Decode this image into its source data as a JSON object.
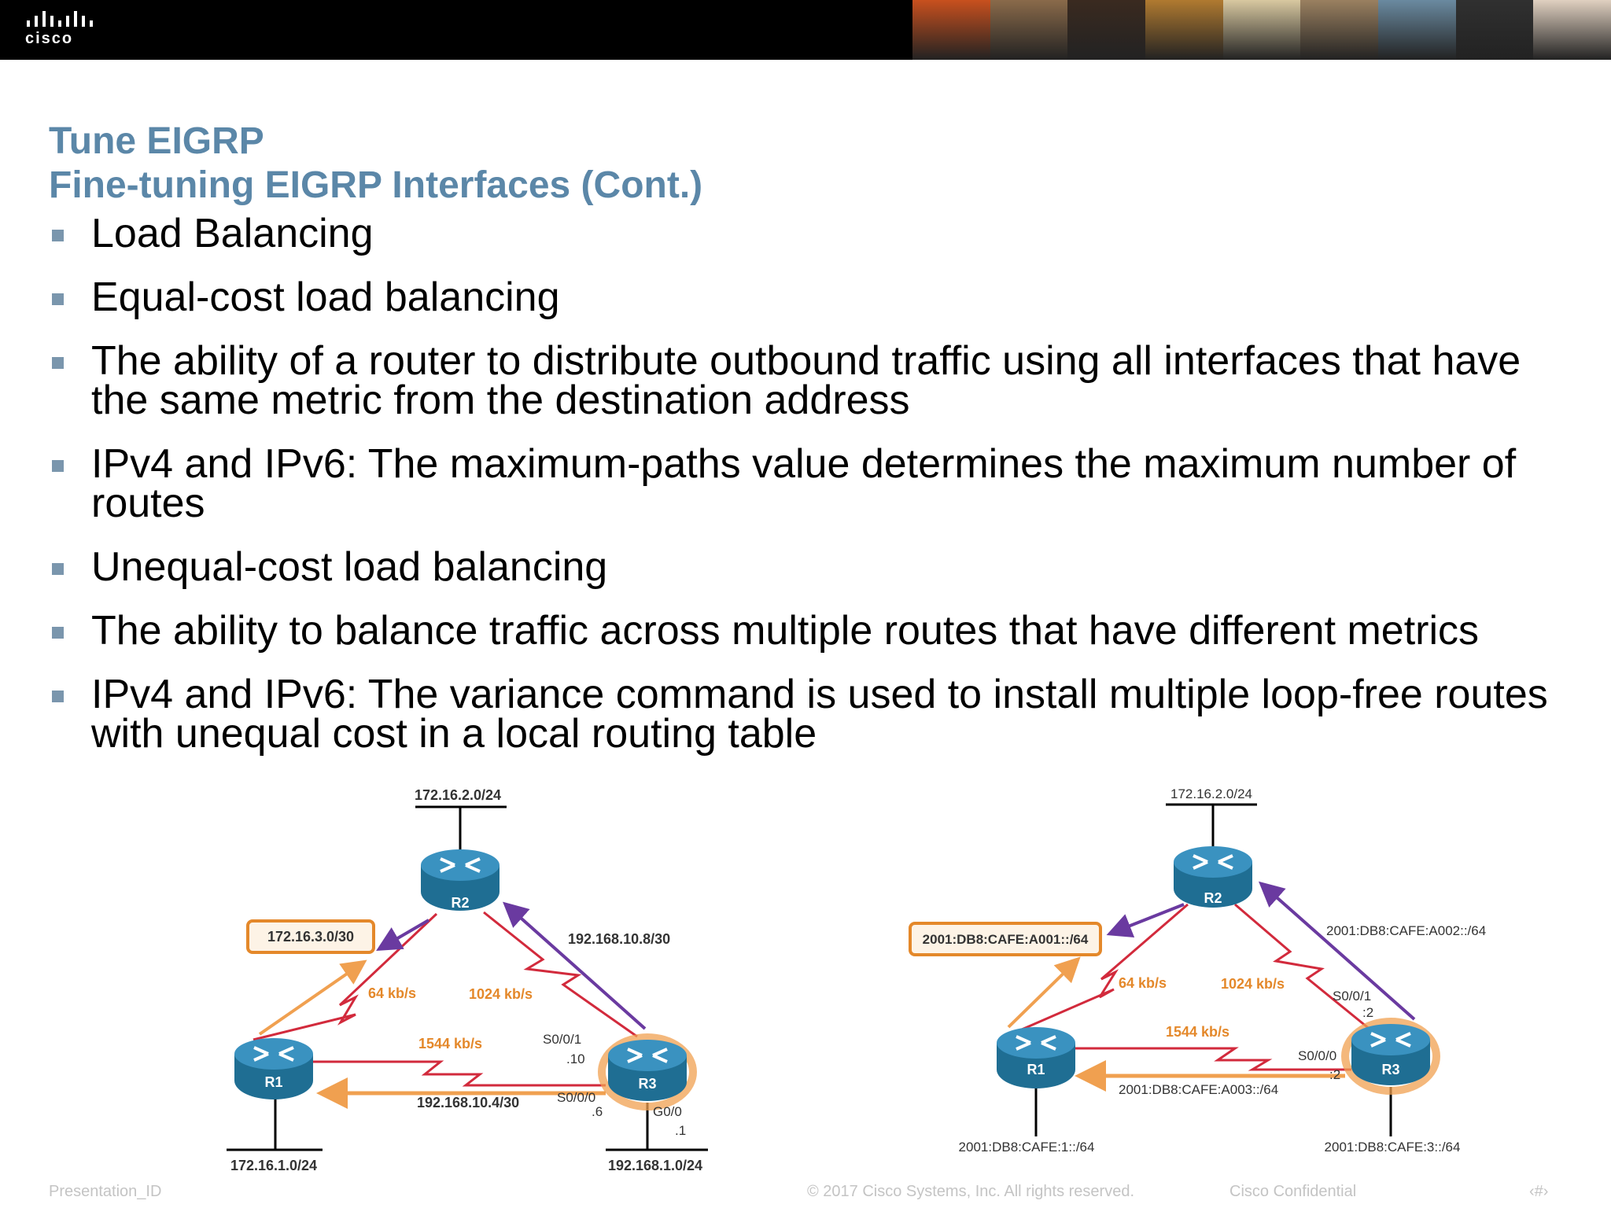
{
  "header": {
    "logo_text": "cisco",
    "photo_strip": [
      "#c8501e",
      "#8a6a4a",
      "#3a2a20",
      "#b07a30",
      "#d8c8a0",
      "#9a8060",
      "#6a8aa0",
      "#303030",
      "#e0d0c0"
    ]
  },
  "title": {
    "line1": "Tune EIGRP",
    "line2": "Fine-tuning EIGRP Interfaces (Cont.)"
  },
  "bullets": [
    "Load Balancing",
    "Equal-cost load balancing",
    "The ability of a router to distribute outbound traffic using all interfaces that have the same metric from the destination address",
    "IPv4 and IPv6: The maximum-paths value determines the maximum number of routes",
    "Unequal-cost load balancing",
    "The ability to balance traffic across multiple routes that have different metrics",
    "IPv4 and IPv6: The variance command is used to install multiple loop-free routes with unequal cost in a local routing table"
  ],
  "diagram_ipv4": {
    "r1": "R1",
    "r2": "R2",
    "r3": "R3",
    "net_top": "172.16.2.0/24",
    "net_highlight": "172.16.3.0/30",
    "link_r2r3": "192.168.10.8/30",
    "link_r1r3": "192.168.10.4/30",
    "bw_r1r2": "64 kb/s",
    "bw_r2r3": "1024 kb/s",
    "bw_r1r3": "1544 kb/s",
    "s001_label": "S0/0/1",
    "s001_addr": ".10",
    "s000_label": "S0/0/0",
    "s000_addr": ".6",
    "g00_label": "G0/0",
    "g00_addr": ".1",
    "lan_r1": "172.16.1.0/24",
    "lan_r3": "192.168.1.0/24"
  },
  "diagram_ipv6": {
    "r1": "R1",
    "r2": "R2",
    "r3": "R3",
    "net_top": "172.16.2.0/24",
    "net_highlight": "2001:DB8:CAFE:A001::/64",
    "link_r2r3": "2001:DB8:CAFE:A002::/64",
    "link_r1r3": "2001:DB8:CAFE:A003::/64",
    "bw_r1r2": "64 kb/s",
    "bw_r2r3": "1024 kb/s",
    "bw_r1r3": "1544 kb/s",
    "s001_label": "S0/0/1",
    "s001_addr": ":2",
    "s000_label": "S0/0/0",
    "s000_addr": ":2",
    "lan_r1": "2001:DB8:CAFE:1::/64",
    "lan_r3": "2001:DB8:CAFE:3::/64"
  },
  "footer": {
    "left": "Presentation_ID",
    "center": "© 2017 Cisco Systems, Inc. All rights reserved.",
    "right": "Cisco Confidential",
    "page": "‹#›"
  },
  "colors": {
    "title": "#5b87a8",
    "bullet": "#7a96ad",
    "router": "#2a7aa0",
    "link_red": "#d22a3c",
    "arrow_orange": "#f0a050",
    "arrow_purple": "#6a3aa0",
    "label_orange": "#e4882a"
  }
}
